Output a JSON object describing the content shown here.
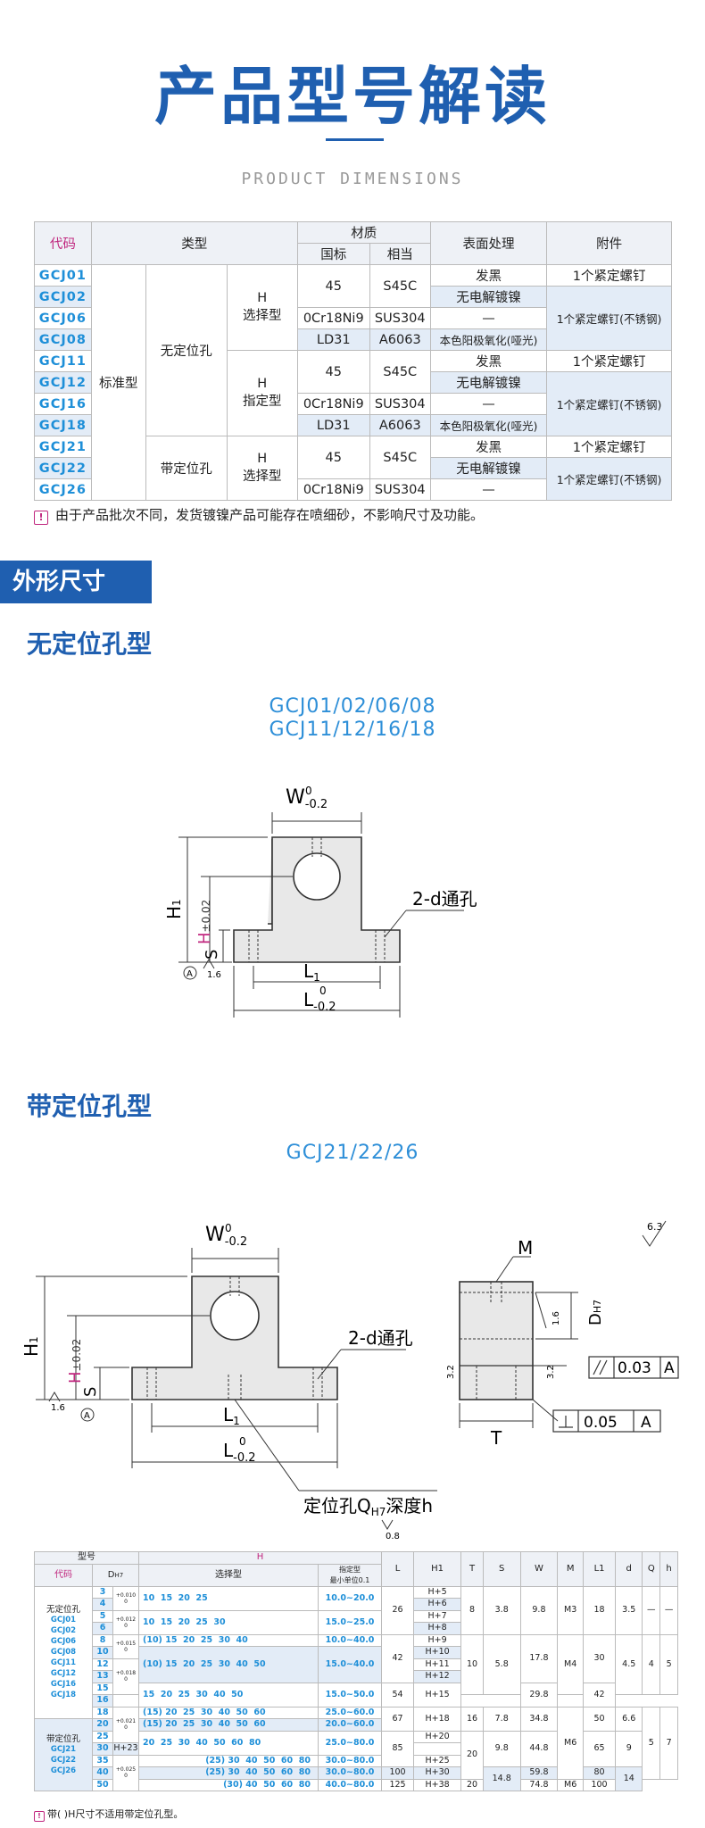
{
  "header": {
    "title": "产品型号解读",
    "subtitle": "PRODUCT DIMENSIONS"
  },
  "spec_table": {
    "headers": {
      "code": "代码",
      "type": "类型",
      "material": "材质",
      "mat_std": "国标",
      "mat_eq": "相当",
      "surface": "表面处理",
      "accessory": "附件"
    },
    "codes": [
      "GCJ01",
      "GCJ02",
      "GCJ06",
      "GCJ08",
      "GCJ11",
      "GCJ12",
      "GCJ16",
      "GCJ18",
      "GCJ21",
      "GCJ22",
      "GCJ26"
    ],
    "type_std": "标准型",
    "type_nohole": "无定位孔",
    "type_hole": "带定位孔",
    "h_select": "H\n选择型",
    "h_fixed": "H\n指定型",
    "m45": "45",
    "s45c": "S45C",
    "cr": "0Cr18Ni9",
    "sus": "SUS304",
    "ld31": "LD31",
    "a6063": "A6063",
    "black": "发黑",
    "nickel": "无电解镀镍",
    "dash": "—",
    "anod": "本色阳极氧化(哑光)",
    "screw": "1个紧定螺钉",
    "screw_ss": "1个紧定螺钉(不锈钢)"
  },
  "note1": "由于产品批次不同，发货镀镍产品可能存在喷细砂，不影响尺寸及功能。",
  "section_tag": "外形尺寸",
  "section1": {
    "title": "无定位孔型",
    "models_1": "GCJ01/02/06/08",
    "models_2": "GCJ11/12/16/18"
  },
  "section2": {
    "title": "带定位孔型",
    "models": "GCJ21/22/26"
  },
  "drawing": {
    "W": "W",
    "W_tol": "-0.2",
    "W_up": "0",
    "H1": "H",
    "H1_sub": "1",
    "H": "H",
    "H_tol": "±0.02",
    "S": "S",
    "L1": "L",
    "L1_sub": "1",
    "L": "L",
    "L_tol": "-0.2",
    "L_up": "0",
    "hole": "2-d通孔",
    "datum": "A",
    "rough": "1.6",
    "M": "M",
    "D": "D",
    "D_sub": "H7",
    "T": "T",
    "rough_top": "6.3",
    "side_rough": "3.2",
    "tol_par": "0.03",
    "tol_perp": "0.05",
    "locate": "定位孔Q",
    "locate_sub": "H7",
    "locate_tail": "深度h",
    "rough_bottom": "0.8"
  },
  "dim_table": {
    "h_model": "型号",
    "h_H": "H",
    "h_code": "代码",
    "h_D": "D",
    "h_Dsub": "H7",
    "h_sel": "选择型",
    "h_fix": "指定型",
    "h_fix2": "最小单位0.1",
    "h_L": "L",
    "h_H1": "H1",
    "h_T": "T",
    "h_S": "S",
    "h_W": "W",
    "h_M": "M",
    "h_L1": "L1",
    "h_d": "d",
    "h_Q": "Q",
    "h_h": "h",
    "grp1": "无定位孔",
    "grp1_codes": "GCJ01\nGCJ02\nGCJ06\nGCJ08\nGCJ11\nGCJ12\nGCJ16\nGCJ18",
    "grp2": "带定位孔",
    "grp2_codes": "GCJ21\nGCJ22\nGCJ26",
    "D": [
      "3",
      "4",
      "5",
      "6",
      "8",
      "10",
      "12",
      "13",
      "15",
      "16",
      "18",
      "20",
      "25",
      "30",
      "35",
      "40",
      "50"
    ],
    "tol": [
      "+0.010\n0",
      "+0.012\n0",
      "+0.015\n0",
      "+0.018\n0",
      "+0.021\n0",
      "+0.025\n0"
    ],
    "sel": [
      "10  15  20  25",
      "10  15  20  25  30",
      "(10) 15  20  25  30  40",
      "(10) 15  20  25  30  40  50",
      "15  20  25  30  40  50",
      "(15) 20  25  30  40  50  60",
      "(15) 20  25  30  40  50  60",
      "20  25  30  40  50  60  80",
      "(25) 30  40  50  60  80",
      "(25) 30  40  50  60  80",
      "(30) 40  50  60  80"
    ],
    "fix": [
      "10.0~20.0",
      "15.0~25.0",
      "10.0~40.0",
      "15.0~40.0",
      "15.0~50.0",
      "25.0~60.0",
      "20.0~60.0",
      "25.0~80.0",
      "30.0~80.0",
      "30.0~80.0",
      "40.0~80.0"
    ],
    "L": [
      "26",
      "42",
      "54",
      "67",
      "85",
      "100",
      "125"
    ],
    "H1": [
      "H+5",
      "H+6",
      "H+7",
      "H+8",
      "H+9",
      "H+10",
      "H+11",
      "H+12",
      "H+15",
      "H+18",
      "H+20",
      "H+23",
      "H+25",
      "H+30",
      "H+38"
    ],
    "T": [
      "8",
      "10",
      "16",
      "20"
    ],
    "S": [
      "3.8",
      "5.8",
      "7.8",
      "9.8",
      "14.8"
    ],
    "W": [
      "9.8",
      "17.8",
      "29.8",
      "34.8",
      "44.8",
      "59.8",
      "74.8"
    ],
    "M": [
      "M3",
      "M4",
      "M6"
    ],
    "L1": [
      "18",
      "30",
      "42",
      "50",
      "65",
      "80",
      "100"
    ],
    "d": [
      "3.5",
      "4.5",
      "6.6",
      "9",
      "14"
    ],
    "Q": [
      "—",
      "4",
      "5"
    ],
    "h": [
      "—",
      "5",
      "7"
    ]
  },
  "note2": "带( )H尺寸不适用带定位孔型。"
}
